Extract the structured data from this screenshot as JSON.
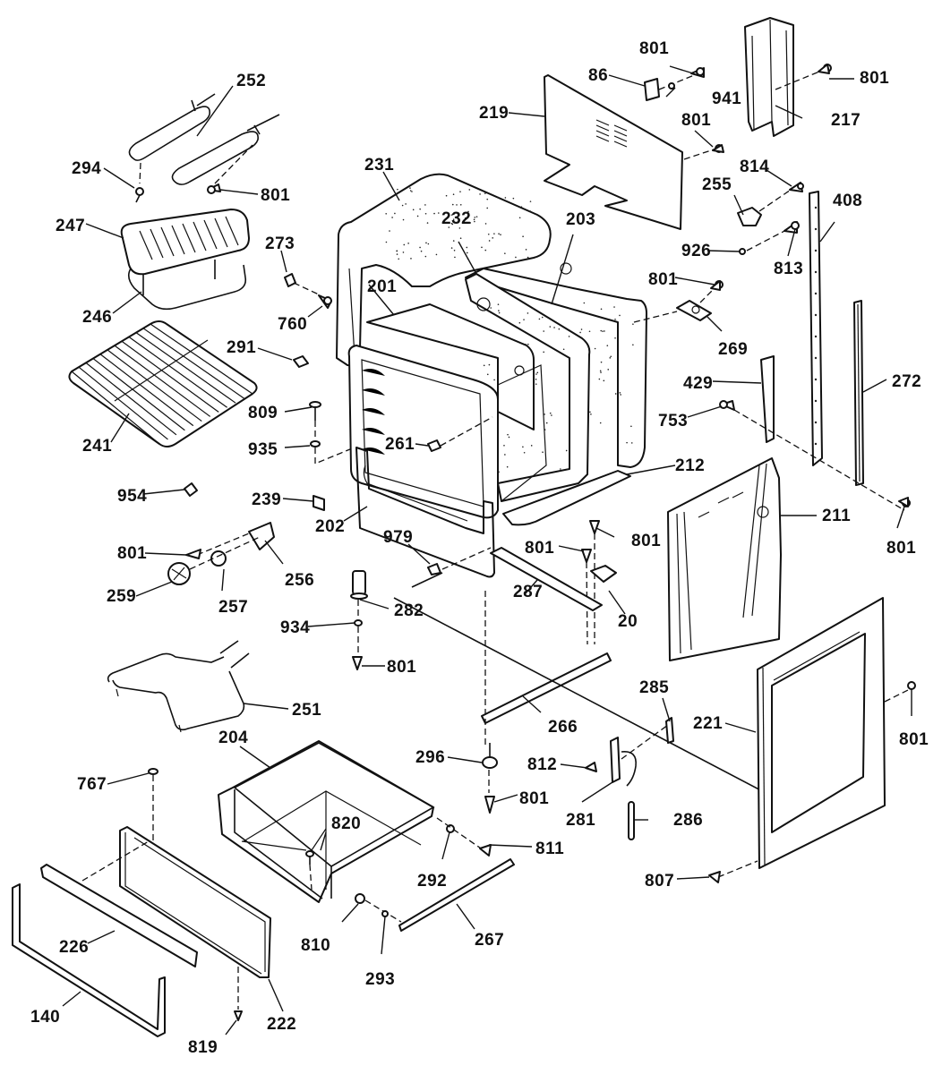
{
  "diagram": {
    "title": "Oven / Range body exploded parts diagram",
    "labels": [
      {
        "id": "252",
        "text": "252"
      },
      {
        "id": "294",
        "text": "294"
      },
      {
        "id": "801-a",
        "text": "801"
      },
      {
        "id": "247",
        "text": "247"
      },
      {
        "id": "246",
        "text": "246"
      },
      {
        "id": "273",
        "text": "273"
      },
      {
        "id": "760",
        "text": "760"
      },
      {
        "id": "291",
        "text": "291"
      },
      {
        "id": "241",
        "text": "241"
      },
      {
        "id": "809",
        "text": "809"
      },
      {
        "id": "935",
        "text": "935"
      },
      {
        "id": "954",
        "text": "954"
      },
      {
        "id": "239",
        "text": "239"
      },
      {
        "id": "801-b",
        "text": "801"
      },
      {
        "id": "256",
        "text": "256"
      },
      {
        "id": "259",
        "text": "259"
      },
      {
        "id": "257",
        "text": "257"
      },
      {
        "id": "282",
        "text": "282"
      },
      {
        "id": "934",
        "text": "934"
      },
      {
        "id": "801-c",
        "text": "801"
      },
      {
        "id": "251",
        "text": "251"
      },
      {
        "id": "231",
        "text": "231"
      },
      {
        "id": "232",
        "text": "232"
      },
      {
        "id": "203",
        "text": "203"
      },
      {
        "id": "201",
        "text": "201"
      },
      {
        "id": "261",
        "text": "261"
      },
      {
        "id": "202",
        "text": "202"
      },
      {
        "id": "979",
        "text": "979"
      },
      {
        "id": "219",
        "text": "219"
      },
      {
        "id": "86",
        "text": "86"
      },
      {
        "id": "801-d",
        "text": "801"
      },
      {
        "id": "941",
        "text": "941"
      },
      {
        "id": "801-e",
        "text": "801"
      },
      {
        "id": "217",
        "text": "217"
      },
      {
        "id": "801-f",
        "text": "801"
      },
      {
        "id": "814",
        "text": "814"
      },
      {
        "id": "255",
        "text": "255"
      },
      {
        "id": "926",
        "text": "926"
      },
      {
        "id": "813",
        "text": "813"
      },
      {
        "id": "408",
        "text": "408"
      },
      {
        "id": "801-g",
        "text": "801"
      },
      {
        "id": "269",
        "text": "269"
      },
      {
        "id": "429",
        "text": "429"
      },
      {
        "id": "753",
        "text": "753"
      },
      {
        "id": "272",
        "text": "272"
      },
      {
        "id": "212",
        "text": "212"
      },
      {
        "id": "211",
        "text": "211"
      },
      {
        "id": "801-h",
        "text": "801"
      },
      {
        "id": "801-i",
        "text": "801"
      },
      {
        "id": "801-j",
        "text": "801"
      },
      {
        "id": "287",
        "text": "287"
      },
      {
        "id": "20",
        "text": "20"
      },
      {
        "id": "266",
        "text": "266"
      },
      {
        "id": "285",
        "text": "285"
      },
      {
        "id": "221",
        "text": "221"
      },
      {
        "id": "801-k",
        "text": "801"
      },
      {
        "id": "296",
        "text": "296"
      },
      {
        "id": "812",
        "text": "812"
      },
      {
        "id": "281",
        "text": "281"
      },
      {
        "id": "286",
        "text": "286"
      },
      {
        "id": "801-l",
        "text": "801"
      },
      {
        "id": "807",
        "text": "807"
      },
      {
        "id": "204",
        "text": "204"
      },
      {
        "id": "767",
        "text": "767"
      },
      {
        "id": "820",
        "text": "820"
      },
      {
        "id": "811",
        "text": "811"
      },
      {
        "id": "292",
        "text": "292"
      },
      {
        "id": "810",
        "text": "810"
      },
      {
        "id": "293",
        "text": "293"
      },
      {
        "id": "267",
        "text": "267"
      },
      {
        "id": "226",
        "text": "226"
      },
      {
        "id": "222",
        "text": "222"
      },
      {
        "id": "140",
        "text": "140"
      },
      {
        "id": "819",
        "text": "819"
      }
    ]
  }
}
